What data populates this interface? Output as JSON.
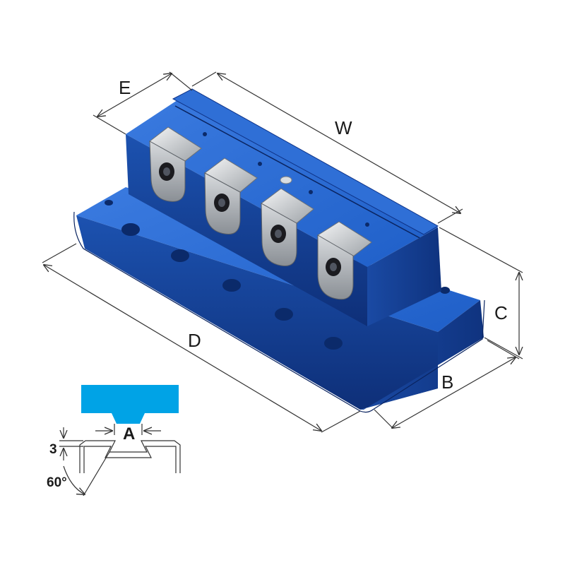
{
  "dimensions": {
    "width_label": "W",
    "edge_label": "E",
    "depth_label": "D",
    "base_label": "B",
    "height_label": "C"
  },
  "slot_detail": {
    "width_label": "A",
    "depth_value": "3",
    "angle_value": "60°"
  },
  "colors": {
    "body_blue": "#1f5fc8",
    "detail_cyan": "#00a3e6",
    "clamp_grey": "#c9ccd0"
  }
}
